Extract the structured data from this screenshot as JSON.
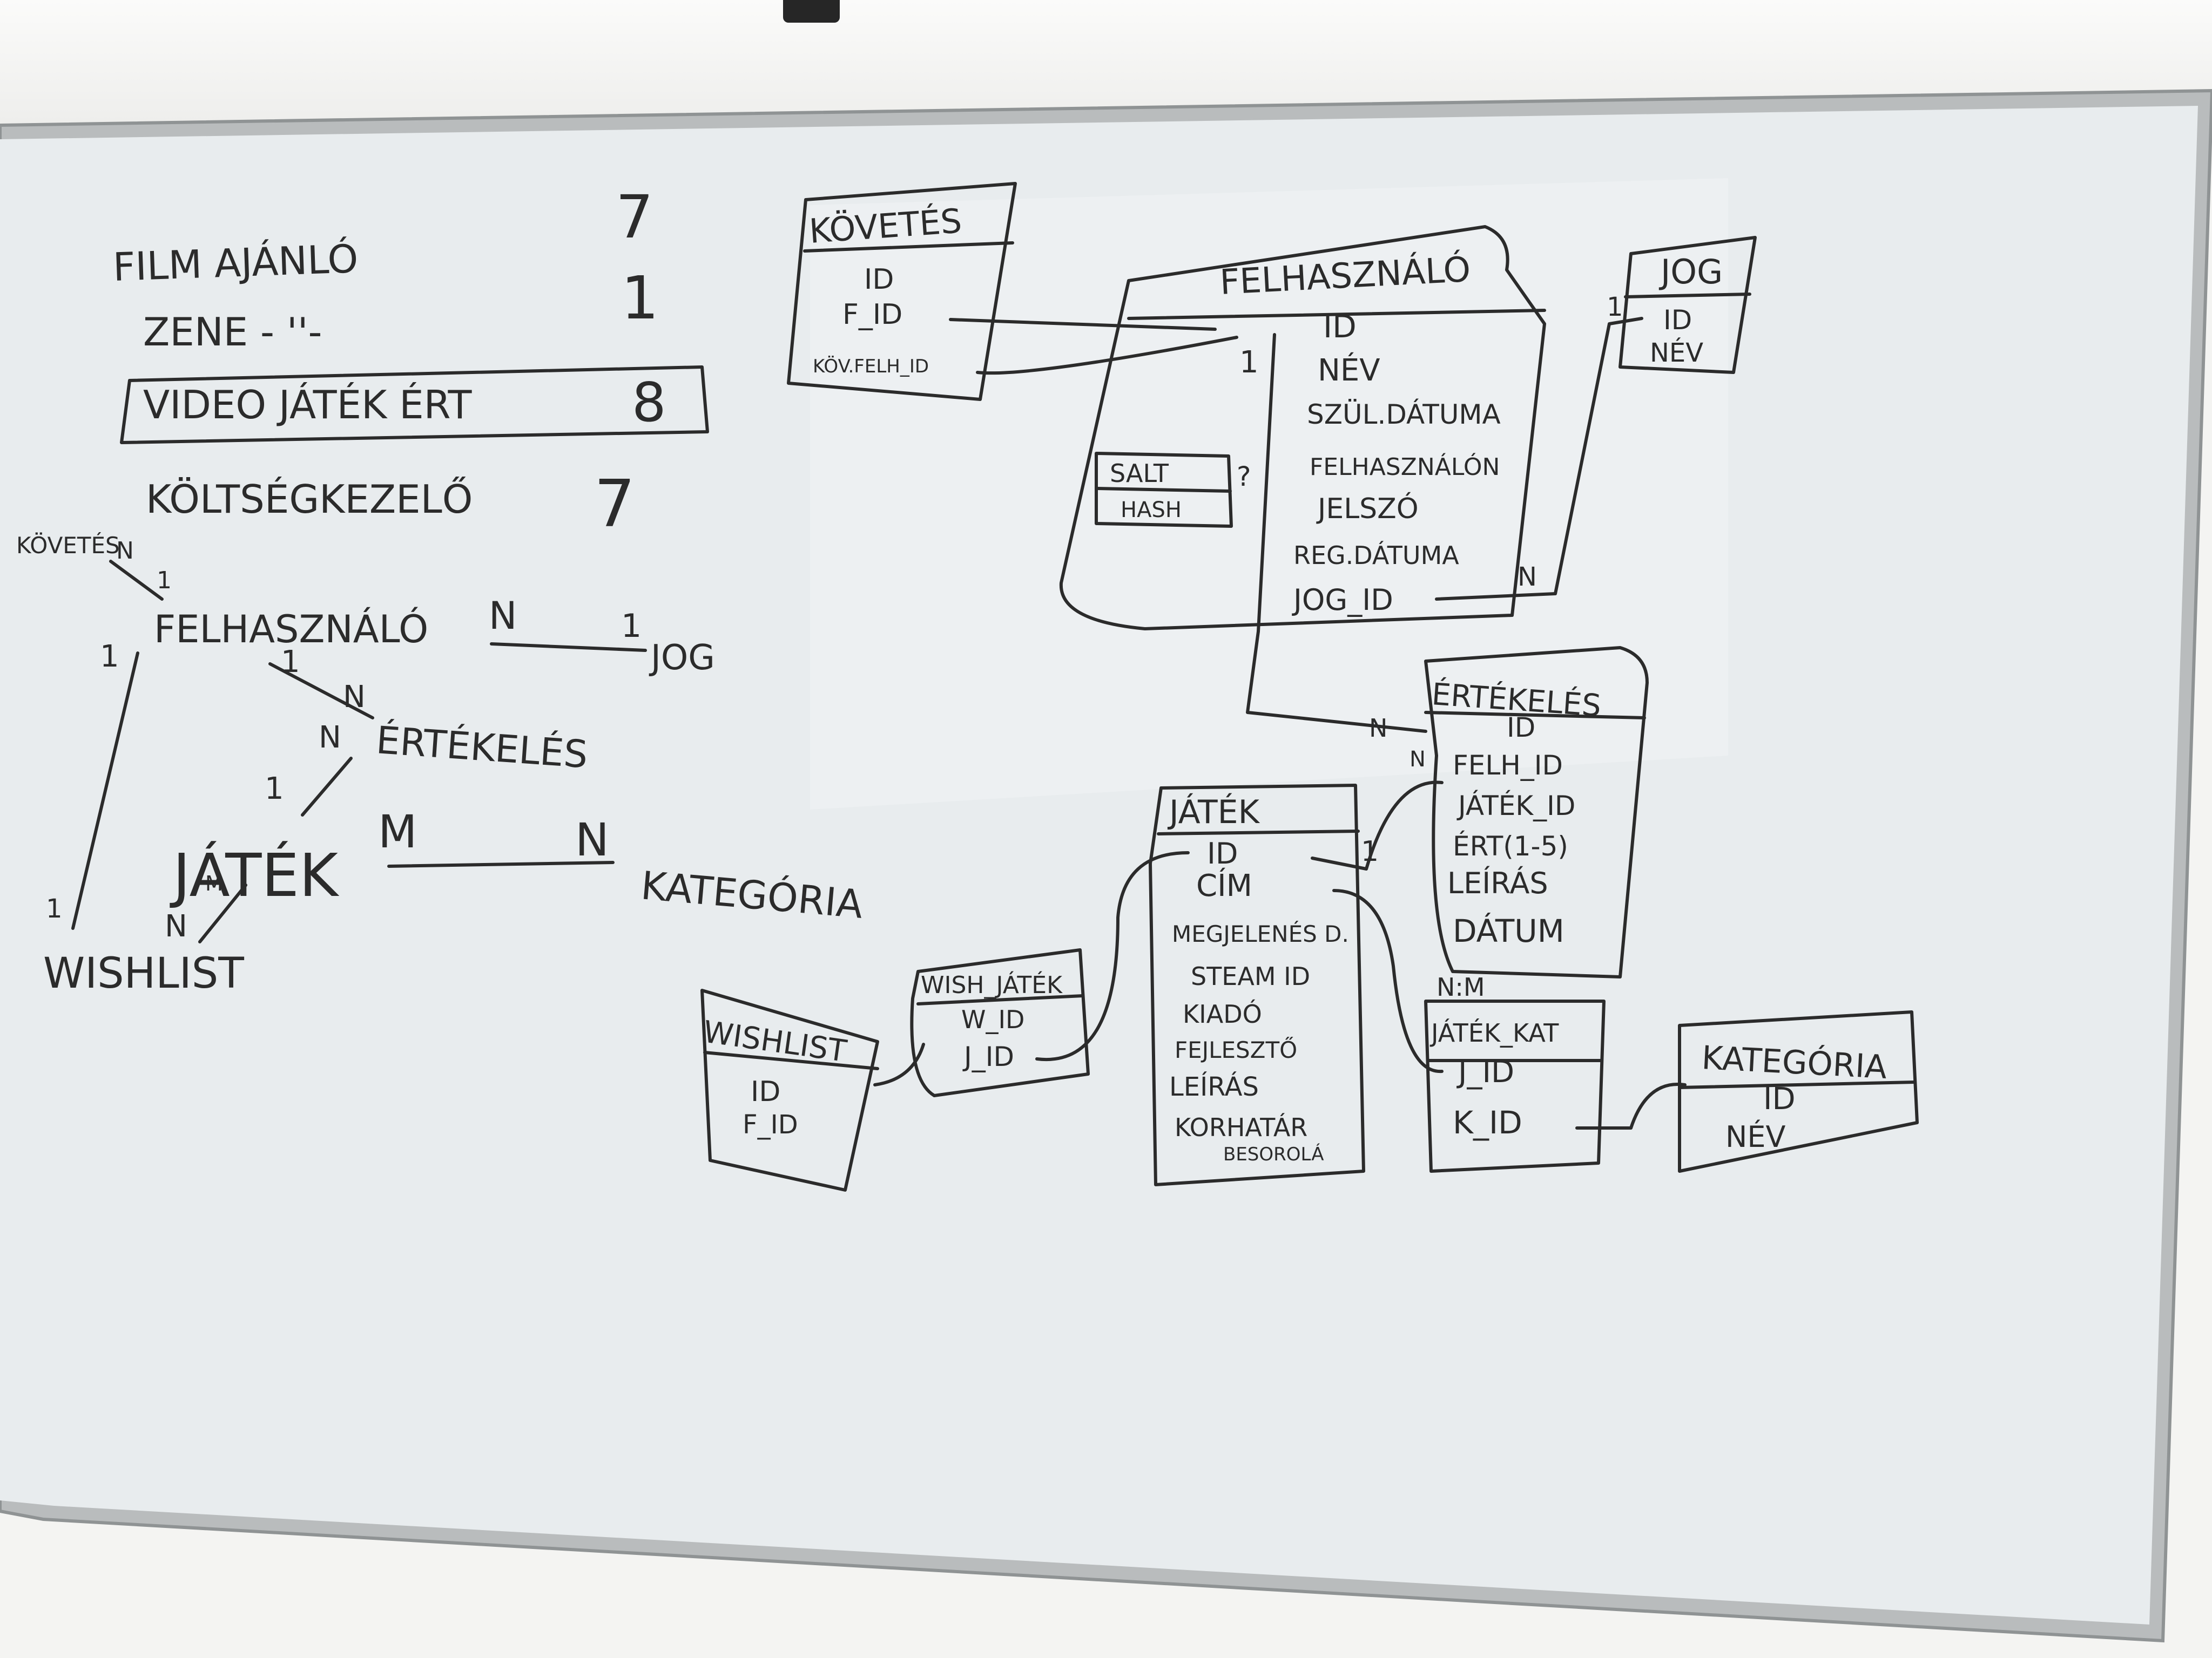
{
  "project_list": [
    {
      "name": "FILM AJÁNLÓ",
      "score": "7"
    },
    {
      "name": "ZENE - ''-",
      "score": "1"
    },
    {
      "name": "VIDEO JÁTÉK ÉRT",
      "score": "8"
    },
    {
      "name": "KÖLTSÉGKEZELŐ",
      "score": "7"
    }
  ],
  "er_sketch": {
    "entities": [
      "FELHASZNÁLÓ",
      "JOG",
      "ÉRTÉKELÉS",
      "JÁTÉK",
      "KATEGÓRIA",
      "WISHLIST",
      "KÖVETÉS"
    ],
    "relations": [
      {
        "id": "felh-jog",
        "card_a": "N",
        "card_b": "1"
      },
      {
        "id": "felh-ert",
        "card_a": "1",
        "card_b": "N"
      },
      {
        "id": "jatek-ert",
        "card_a": "1",
        "card_b": "N"
      },
      {
        "id": "jatek-kat",
        "card_a": "M",
        "card_b": "N"
      },
      {
        "id": "jatek-wish",
        "card_a": "M",
        "card_b": "N"
      },
      {
        "id": "felh-wish",
        "card_a": "1",
        "card_b": "1"
      },
      {
        "id": "kov-felh",
        "card_a": "N",
        "card_b": "1"
      }
    ]
  },
  "tables": {
    "kovetes": {
      "title": "KÖVETÉS",
      "fields": [
        "ID",
        "F_ID",
        "KÖV.FELH_ID"
      ]
    },
    "felhasznalo": {
      "title": "FELHASZNÁLÓ",
      "fields": [
        "ID",
        "NÉV",
        "SZÜL.DÁTUMA",
        "FELHASZNÁLÓN",
        "JELSZÓ",
        "REG.DÁTUMA",
        "JOG_ID"
      ]
    },
    "salt_hash": {
      "fields": [
        "SALT",
        "HASH"
      ]
    },
    "jog": {
      "title": "JOG",
      "fields": [
        "ID",
        "NÉV"
      ]
    },
    "ertekeles": {
      "title": "ÉRTÉKELÉS",
      "fields": [
        "ID",
        "FELH_ID",
        "JÁTÉK_ID",
        "ÉRT(1-5)",
        "LEÍRÁS",
        "DÁTUM"
      ]
    },
    "jatek": {
      "title": "JÁTÉK",
      "fields": [
        "ID",
        "CÍM",
        "MEGJELENÉS D.",
        "STEAM ID",
        "KIADÓ",
        "FEJLESZTŐ",
        "LEÍRÁS",
        "KORHATÁR",
        "BESOROLÁ"
      ]
    },
    "wish_jatek": {
      "title": "WISH_JÁTÉK",
      "fields": [
        "W_ID",
        "J_ID"
      ]
    },
    "wishlist": {
      "title": "WISHLIST",
      "fields": [
        "ID",
        "F_ID"
      ]
    },
    "jatek_kat": {
      "title": "JÁTÉK_KAT",
      "note": "N:M",
      "fields": [
        "J_ID",
        "K_ID"
      ]
    },
    "kategoria": {
      "title": "KATEGÓRIA",
      "fields": [
        "ID",
        "NÉV"
      ]
    }
  },
  "link_marks": {
    "kov_felh": "1",
    "felh_jog_a": "N",
    "felh_jog_b": "1",
    "felh_ert": "N",
    "jatek_ert_a": "1",
    "jatek_ert_b": "N",
    "salt_mark": "?"
  }
}
